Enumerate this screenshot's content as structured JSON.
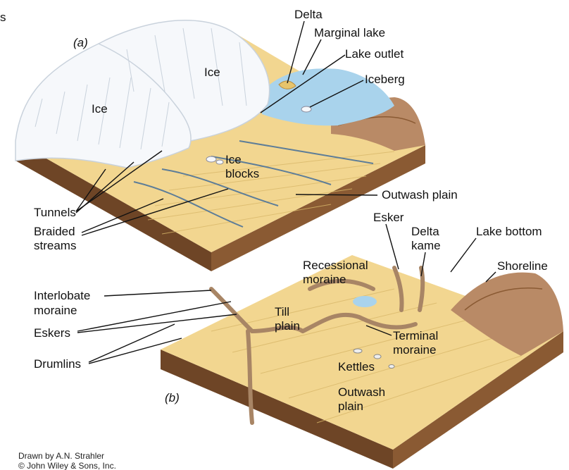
{
  "corner_text": "s",
  "panel_a": {
    "tag": "(a)",
    "labels": {
      "delta": "Delta",
      "marginal_lake": "Marginal lake",
      "lake_outlet": "Lake outlet",
      "iceberg": "Iceberg",
      "ice_upper": "Ice",
      "ice_left": "Ice",
      "ice_blocks_1": "Ice",
      "ice_blocks_2": "blocks",
      "outwash_plain": "Outwash plain",
      "tunnels": "Tunnels",
      "braided_1": "Braided",
      "braided_2": "streams"
    }
  },
  "panel_b": {
    "tag": "(b)",
    "labels": {
      "esker": "Esker",
      "delta_kame_1": "Delta",
      "delta_kame_2": "kame",
      "lake_bottom": "Lake bottom",
      "recessional_1": "Recessional",
      "recessional_2": "moraine",
      "shoreline": "Shoreline",
      "interlobate_1": "Interlobate",
      "interlobate_2": "moraine",
      "till_1": "Till",
      "till_2": "plain",
      "eskers": "Eskers",
      "terminal_1": "Terminal",
      "terminal_2": "moraine",
      "drumlins": "Drumlins",
      "kettles": "Kettles",
      "outwash_1": "Outwash",
      "outwash_2": "plain"
    }
  },
  "credit": {
    "line1": "Drawn by A.N. Strahler",
    "line2": "© John Wiley & Sons, Inc."
  },
  "colors": {
    "plain": "#f2d690",
    "plain_dark": "#d9b86a",
    "block_side": "#8a5a33",
    "block_side_dark": "#5e3a20",
    "ice": "#f6f8fb",
    "ice_shadow": "#c9d2dc",
    "lake": "#a9d3ec",
    "hills": "#b98a66",
    "moraine": "#a88565"
  }
}
